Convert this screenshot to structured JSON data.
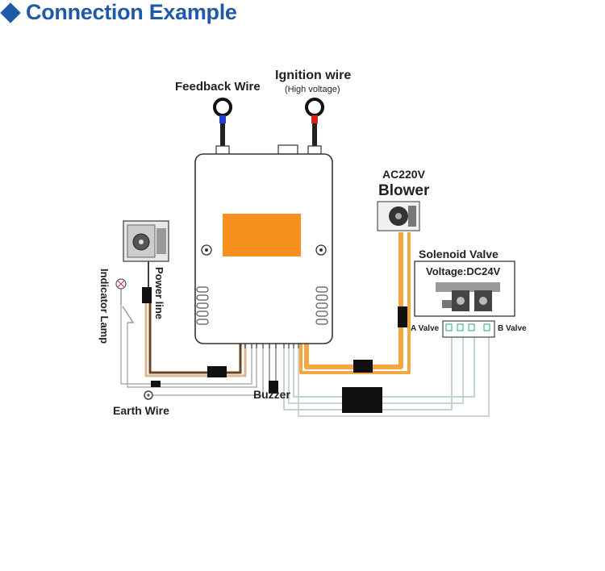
{
  "heading": {
    "icon": "diamond-bullet-icon",
    "text": "Connection Example",
    "color": "#1f5aa8"
  },
  "labels": {
    "feedback_wire": "Feedback Wire",
    "ignition_wire": "Ignition wire",
    "high_voltage": "(High voltage)",
    "ac220v": "AC220V",
    "blower": "Blower",
    "solenoid_valve": "Solenoid Valve",
    "voltage": "Voltage:DC24V",
    "a_valve": "A Valve",
    "b_valve": "B Valve",
    "power_line": "Power line",
    "indicator_lamp": "Indicator Lamp",
    "buzzer": "Buzzer",
    "earth_wire": "Earth Wire"
  },
  "colors": {
    "controller_display": "#f7901e",
    "orange_wire": "#f4a640",
    "brown_wire": "#6b4520",
    "feedback_terminal": "#1f3fd0",
    "ignition_terminal": "#d8201c",
    "gray_wire": "#aaaaaa",
    "teal_wire": "#a8c8c0"
  }
}
